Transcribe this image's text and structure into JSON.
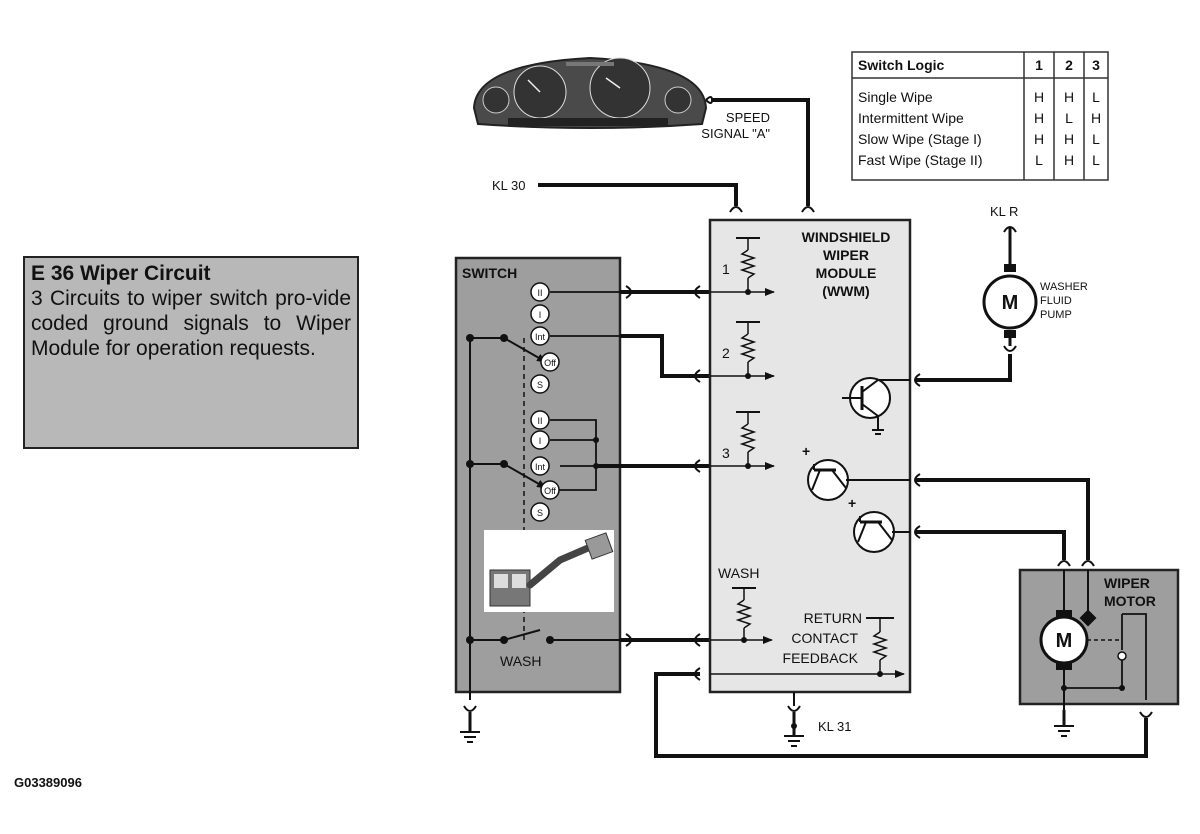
{
  "caption": {
    "title": "E 36  Wiper Circuit",
    "body": "3 Circuits to wiper switch pro-vide coded ground signals to Wiper Module for operation requests."
  },
  "figure_id": "G03389096",
  "labels": {
    "speed_signal_1": "SPEED",
    "speed_signal_2": "SIGNAL \"A\"",
    "kl30": "KL 30",
    "klr": "KL R",
    "kl31": "KL 31",
    "switch": "SWITCH",
    "wwm_1": "WINDSHIELD",
    "wwm_2": "WIPER",
    "wwm_3": "MODULE",
    "wwm_4": "(WWM)",
    "washer_1": "WASHER",
    "washer_2": "FLUID",
    "washer_3": "PUMP",
    "motor_symbol": "M",
    "wiper_motor_1": "WIPER",
    "wiper_motor_2": "MOTOR",
    "wash_module": "WASH",
    "wash_switch": "WASH",
    "return_1": "RETURN",
    "return_2": "CONTACT",
    "return_3": "FEEDBACK",
    "circuit_1": "1",
    "circuit_2": "2",
    "circuit_3": "3"
  },
  "switch_contacts_group_a": [
    "II",
    "I",
    "Int",
    "Off",
    "S"
  ],
  "switch_contacts_group_b": [
    "II",
    "I",
    "Int",
    "Off",
    "S"
  ],
  "switch_logic": {
    "headers": [
      "Switch Logic",
      "1",
      "2",
      "3"
    ],
    "rows": [
      {
        "name": "Single Wipe",
        "v1": "H",
        "v2": "H",
        "v3": "L"
      },
      {
        "name": "Intermittent Wipe",
        "v1": "H",
        "v2": "L",
        "v3": "H"
      },
      {
        "name": "Slow Wipe (Stage I)",
        "v1": "H",
        "v2": "H",
        "v3": "L"
      },
      {
        "name": "Fast Wipe (Stage II)",
        "v1": "L",
        "v2": "H",
        "v3": "L"
      }
    ]
  },
  "polarity": "+"
}
